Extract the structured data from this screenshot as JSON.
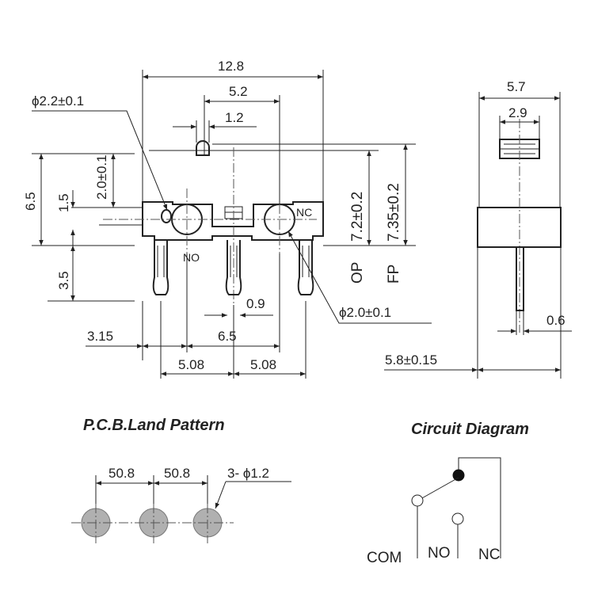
{
  "colors": {
    "ink": "#222222",
    "pad_fill": "#b0b0b0",
    "background": "#ffffff"
  },
  "front_view": {
    "overall_width": "12.8",
    "pin_spacing_top": "5.2",
    "actuator_width": "1.2",
    "hole_dia_left": "ϕ2.2±0.1",
    "actuator_offset": "2.0±0.1",
    "body_height": "6.5",
    "upper_offset": "1.5",
    "pin_length": "3.5",
    "op_label": "OP",
    "op_value": "7.2±0.2",
    "fp_label": "FP",
    "fp_value": "7.35±0.2",
    "nc_label": "NC",
    "no_label": "NO",
    "pin_width": "0.9",
    "hole_dia_right": "ϕ2.0±0.1",
    "left_offset": "3.15",
    "hole_spacing": "6.5",
    "pitch_left": "5.08",
    "pitch_right": "5.08"
  },
  "side_view": {
    "body_width": "5.7",
    "actuator_width": "2.9",
    "pin_width": "0.6",
    "depth": "5.8±0.15"
  },
  "pcb": {
    "title": "P.C.B.Land Pattern",
    "pitch_left": "50.8",
    "pitch_right": "50.8",
    "hole_spec": "3- ϕ1.2"
  },
  "circuit": {
    "title": "Circuit Diagram",
    "com_label": "COM",
    "no_label": "NO",
    "nc_label": "NC"
  }
}
